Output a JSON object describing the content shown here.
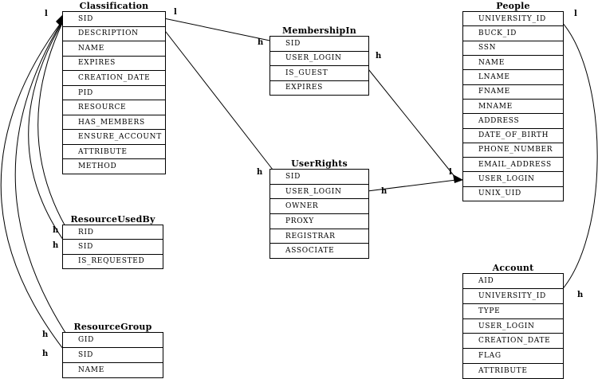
{
  "diagram": {
    "colors": {
      "line": "#000000",
      "background": "#ffffff",
      "table_background": "#ffffff",
      "border": "#000000",
      "text": "#000000"
    },
    "tables": [
      {
        "id": "classification",
        "title": "Classification",
        "rows": [
          "SID",
          "DESCRIPTION",
          "NAME",
          "EXPIRES",
          "CREATION_DATE",
          "PID",
          "RESOURCE",
          "HAS_MEMBERS",
          "ENSURE_ACCOUNT",
          "ATTRIBUTE",
          "METHOD"
        ]
      },
      {
        "id": "membershipin",
        "title": "MembershipIn",
        "rows": [
          "SID",
          "USER_LOGIN",
          "IS_GUEST",
          "EXPIRES"
        ]
      },
      {
        "id": "people",
        "title": "People",
        "rows": [
          "UNIVERSITY_ID",
          "BUCK_ID",
          "SSN",
          "NAME",
          "LNAME",
          "FNAME",
          "MNAME",
          "ADDRESS",
          "DATE_OF_BIRTH",
          "PHONE_NUMBER",
          "EMAIL_ADDRESS",
          "USER_LOGIN",
          "UNIX_UID"
        ]
      },
      {
        "id": "userrights",
        "title": "UserRights",
        "rows": [
          "SID",
          "USER_LOGIN",
          "OWNER",
          "PROXY",
          "REGISTRAR",
          "ASSOCIATE"
        ]
      },
      {
        "id": "resourceusedby",
        "title": "ResourceUsedBy",
        "rows": [
          "RID",
          "SID",
          "IS_REQUESTED"
        ]
      },
      {
        "id": "resourcegroup",
        "title": "ResourceGroup",
        "rows": [
          "GID",
          "SID",
          "NAME"
        ]
      },
      {
        "id": "account",
        "title": "Account",
        "rows": [
          "AID",
          "UNIVERSITY_ID",
          "TYPE",
          "USER_LOGIN",
          "CREATION_DATE",
          "FLAG",
          "ATTRIBUTE"
        ]
      }
    ],
    "cardinality_labels": [
      {
        "id": "lab1",
        "text": "l",
        "at": "classification-sid-left"
      },
      {
        "id": "lab2",
        "text": "l",
        "at": "classification-sid-right"
      },
      {
        "id": "lab3",
        "text": "h",
        "at": "membershipin-sid-left"
      },
      {
        "id": "lab4",
        "text": "h",
        "at": "userrights-sid-left"
      },
      {
        "id": "lab5",
        "text": "h",
        "at": "membershipin-user-login-right"
      },
      {
        "id": "lab6",
        "text": "h",
        "at": "userrights-user-login-right"
      },
      {
        "id": "lab7",
        "text": "l",
        "at": "people-user-login-left"
      },
      {
        "id": "lab8",
        "text": "l",
        "at": "people-university-id-right"
      },
      {
        "id": "lab9",
        "text": "h",
        "at": "account-university-id-right"
      },
      {
        "id": "lab10",
        "text": "h",
        "at": "resourceusedby-rid-left"
      },
      {
        "id": "lab11",
        "text": "h",
        "at": "resourceusedby-sid-left"
      },
      {
        "id": "lab12",
        "text": "h",
        "at": "resourcegroup-gid-left"
      },
      {
        "id": "lab13",
        "text": "h",
        "at": "resourcegroup-sid-left"
      }
    ],
    "relationships": [
      {
        "from": "Classification.SID",
        "to": "ResourceUsedBy.RID"
      },
      {
        "from": "Classification.SID",
        "to": "ResourceUsedBy.SID"
      },
      {
        "from": "Classification.SID",
        "to": "ResourceGroup.GID"
      },
      {
        "from": "Classification.SID",
        "to": "ResourceGroup.SID"
      },
      {
        "from": "Classification.SID",
        "to": "MembershipIn.SID"
      },
      {
        "from": "Classification.SID",
        "to": "UserRights.SID"
      },
      {
        "from": "People.USER_LOGIN",
        "to": "MembershipIn.USER_LOGIN"
      },
      {
        "from": "People.USER_LOGIN",
        "to": "UserRights.USER_LOGIN"
      },
      {
        "from": "People.UNIVERSITY_ID",
        "to": "Account.UNIVERSITY_ID"
      }
    ]
  }
}
